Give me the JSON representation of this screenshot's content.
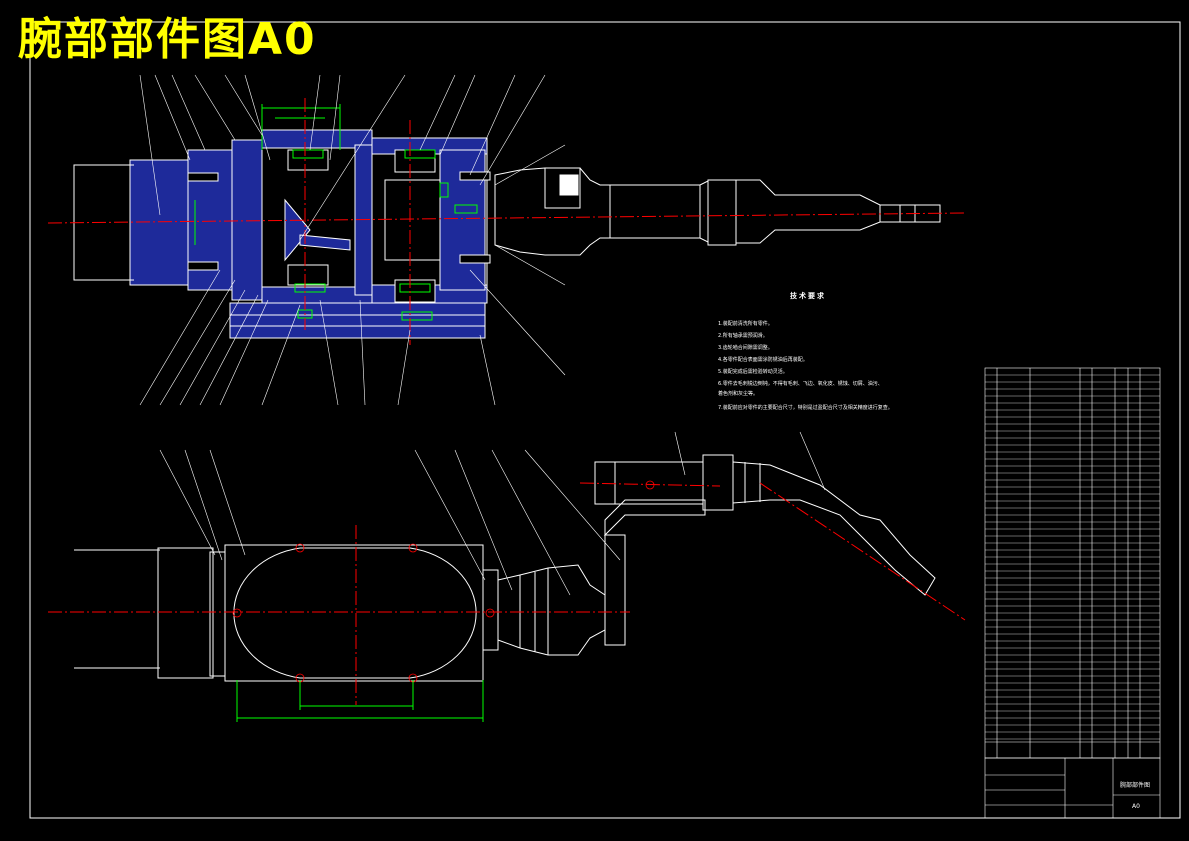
{
  "drawing": {
    "title": "腕部部件图A0",
    "notes_heading": "技术要求",
    "notes": [
      "1.装配前清洗所有零件。",
      "2.所有轴承需预润滑。",
      "3.齿轮啮合间隙需调整。",
      "4.各零件配合表面需涂防锈油后再装配。",
      "5.装配完成后需检验转动灵活。",
      "6.零件去毛刺锐边倒钝，不得有毛刺、飞边、氧化皮、锈蚀、切屑、油污、",
      "着色剂和灰尘等。",
      "7.装配前应对零件的主要配合尺寸，特别是过盈配合尺寸及相关精度进行复查。"
    ],
    "title_block_name": "腕部部件图",
    "title_block_sheet": "A0"
  },
  "colors": {
    "background": "#000000",
    "outline": "#ffffff",
    "dimension": "#00ff00",
    "centerline": "#ff0000",
    "section": "#0000ff",
    "title": "#ffff00"
  }
}
